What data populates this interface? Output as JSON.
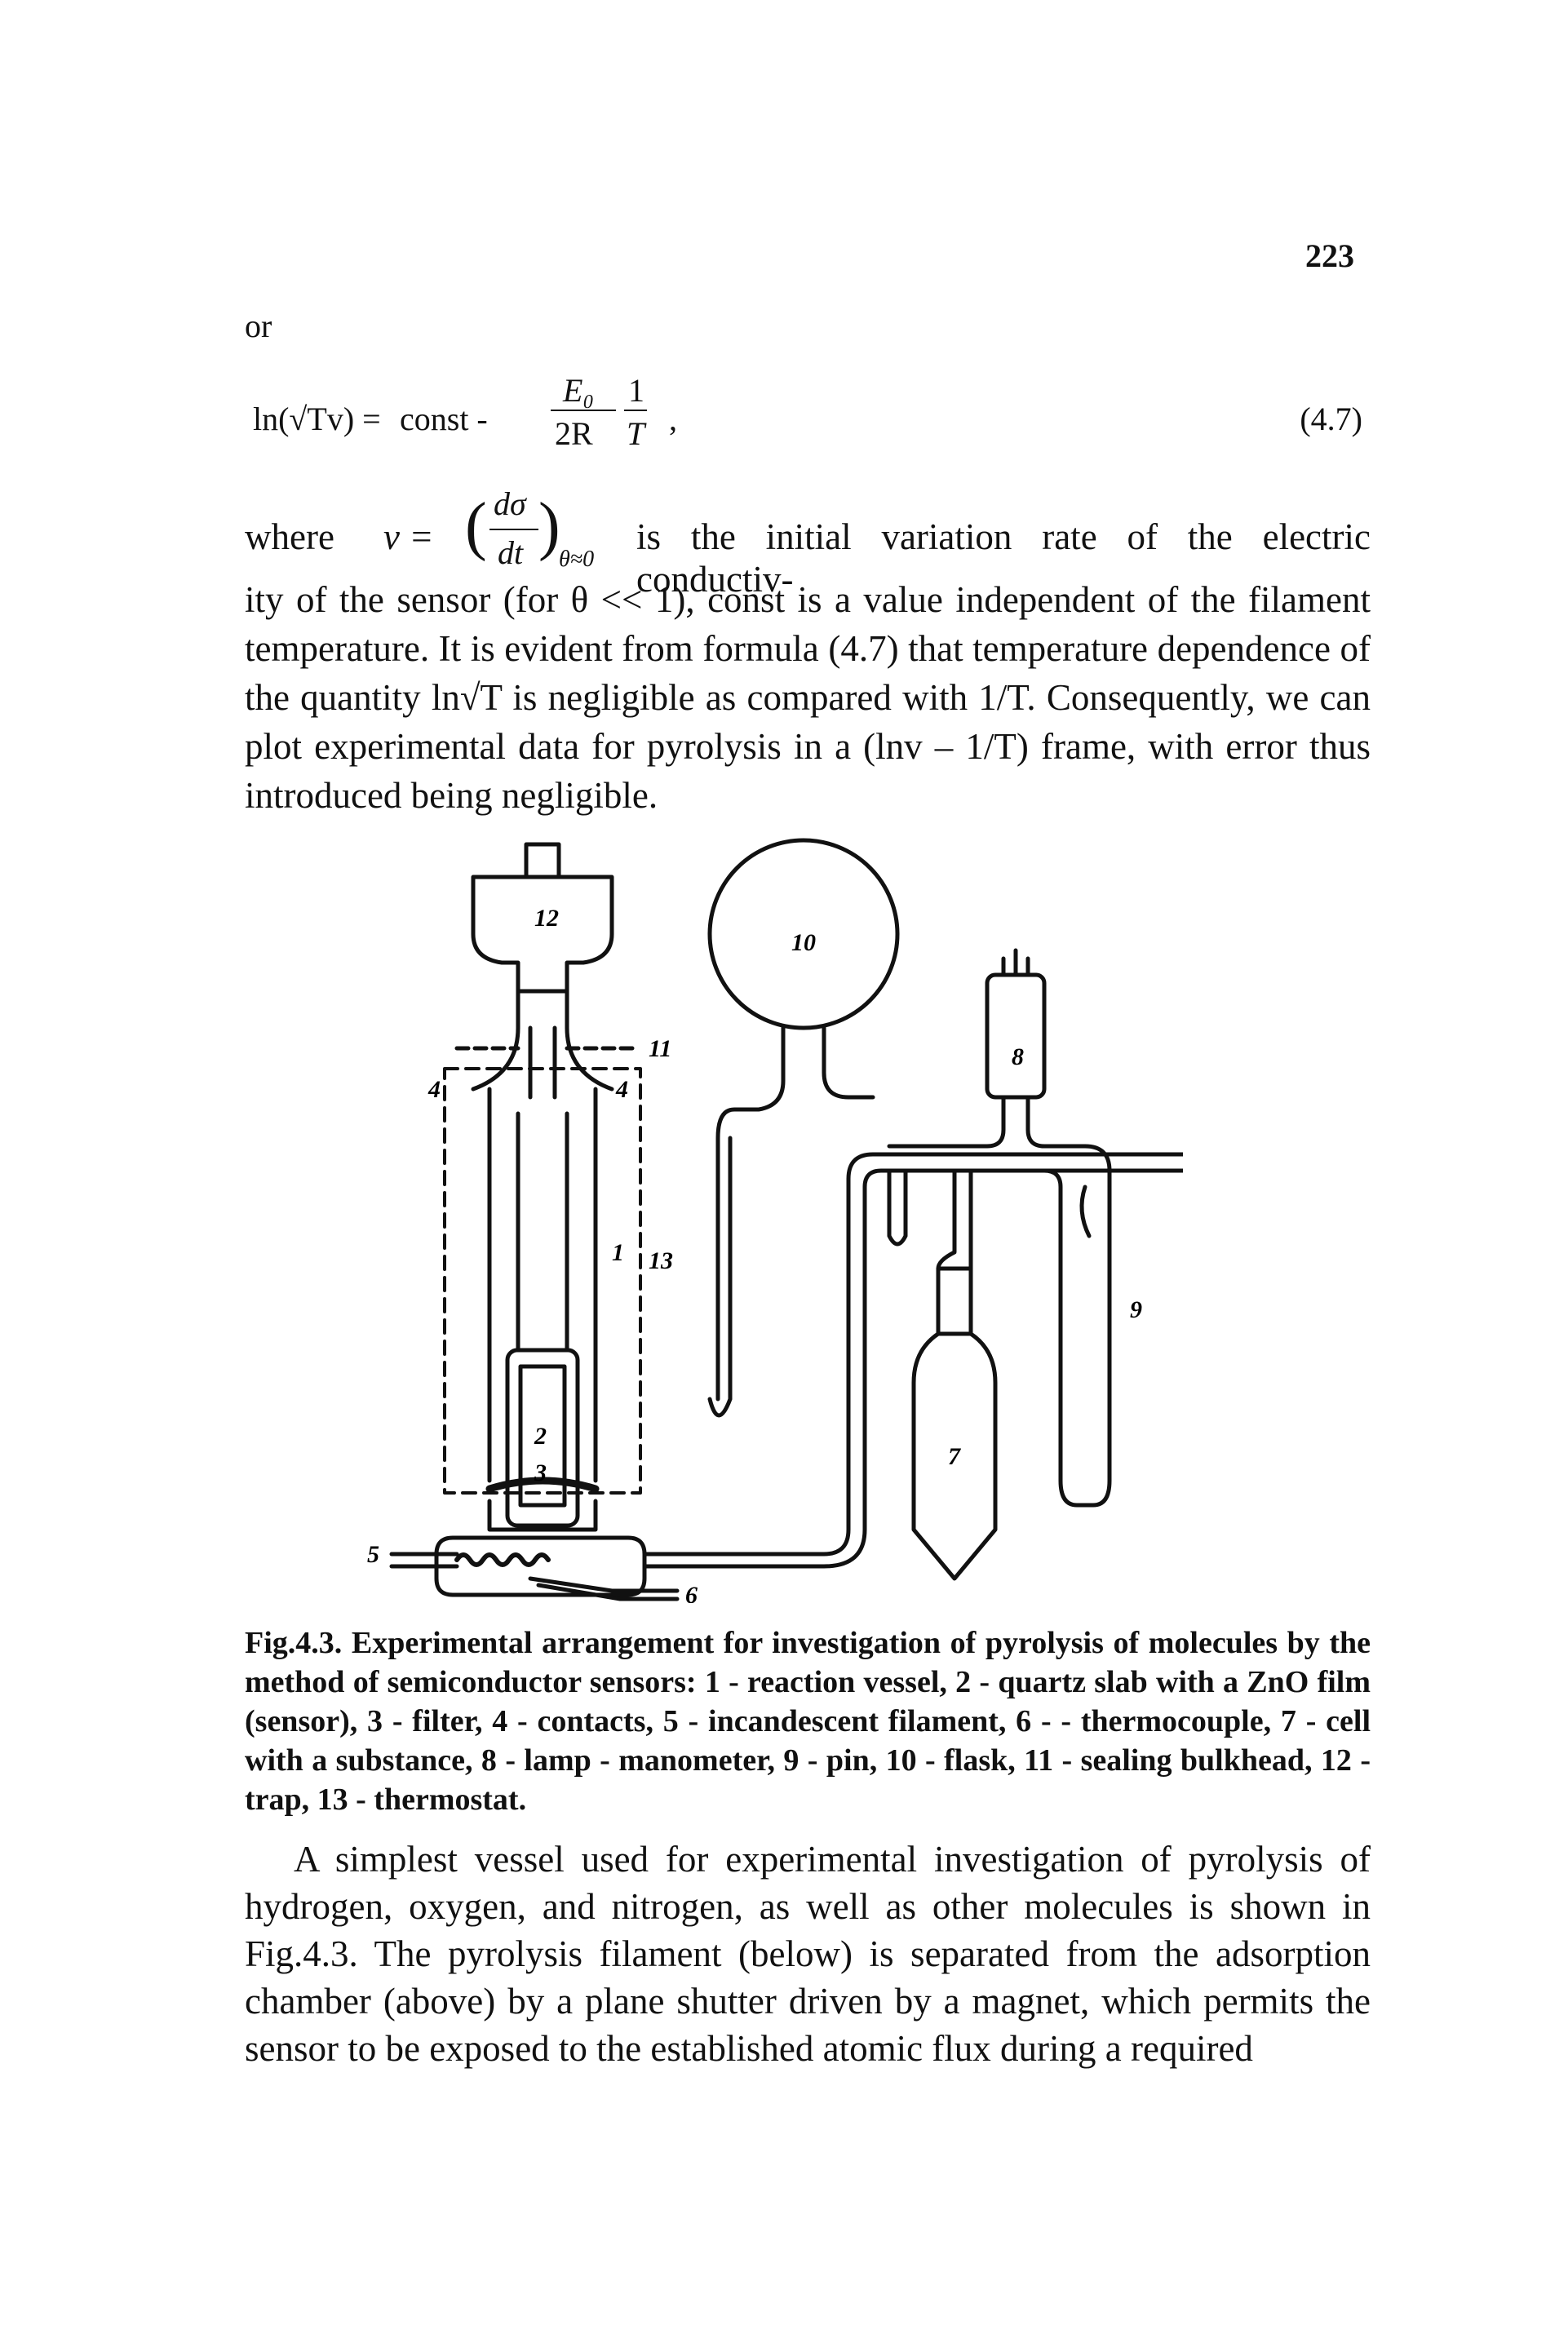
{
  "page_number": "223",
  "intro_word": "or",
  "equation": {
    "lhs": "ln(√Tv) =",
    "const": "const -",
    "frac1_num": "E₀",
    "frac1_den": "2R",
    "frac2_num": "1",
    "frac2_den": "T",
    "comma": ",",
    "number": "(4.7)"
  },
  "where_line": {
    "where": "where",
    "v_eq": "v =",
    "d_sigma": "dσ",
    "dt": "dt",
    "subscript": "θ≈0",
    "text": "is the initial variation rate of the electric conductiv-"
  },
  "paragraph1": "ity of the sensor (for θ << 1), const is a value independent of the filament temperature. It is evident from formula (4.7) that temperature dependence of the quantity ln√T is negligible as compared with 1/T. Consequently, we can plot experimental data for pyrolysis in a (lnv – 1/T) frame, with error thus introduced being negligible.",
  "figure": {
    "labels": {
      "l1": "1",
      "l2": "2",
      "l3": "3",
      "l4a": "4",
      "l4b": "4",
      "l5": "5",
      "l6": "6",
      "l7": "7",
      "l8": "8",
      "l9": "9",
      "l10": "10",
      "l11": "11",
      "l12": "12",
      "l13": "13"
    }
  },
  "caption": "Fig.4.3. Experimental arrangement for investigation of pyrolysis of molecules by the method of semiconductor sensors: 1 - reaction vessel, 2 - quartz slab with a ZnO film (sensor), 3 - filter, 4 - contacts, 5 - incandescent filament, 6 - - thermocouple, 7 - cell with a substance, 8 - lamp - manometer, 9 - pin, 10 - flask, 11 - sealing bulkhead, 12 - trap, 13 - thermostat.",
  "paragraph2": "A simplest vessel used for experimental investigation of pyrolysis of hydrogen, oxygen, and nitrogen, as well as other molecules is shown in Fig.4.3. The pyrolysis filament (below) is separated from the adsorption chamber (above) by a plane shutter driven by a magnet, which permits the sensor to be exposed to the established atomic flux during a required"
}
